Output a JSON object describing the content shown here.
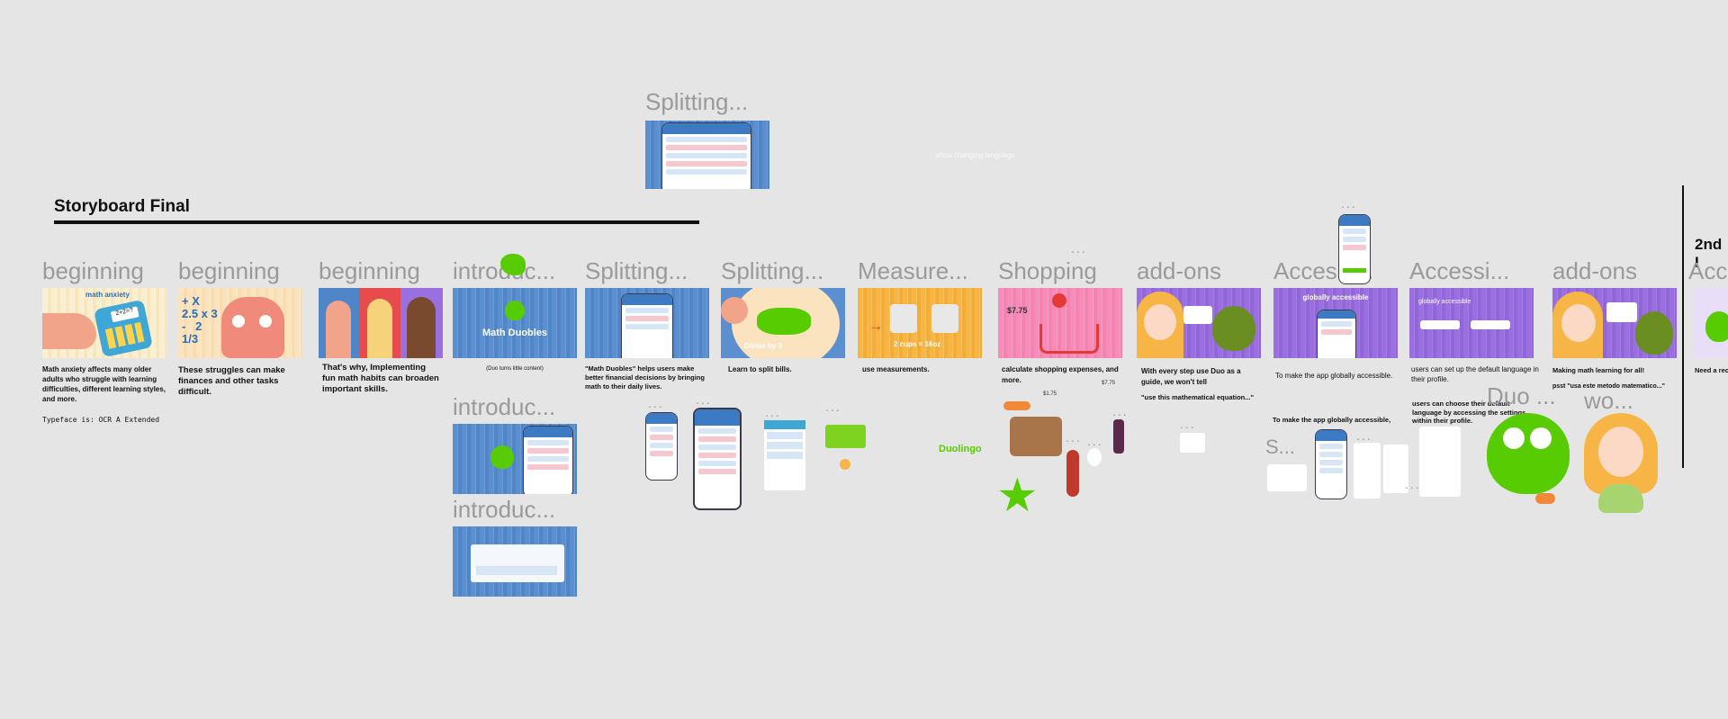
{
  "board": {
    "title": "Storyboard Final",
    "top_frame_title": "Splitting...",
    "top_note": "show changing language",
    "right_heading": "2nd I"
  },
  "frames": [
    {
      "title": "beginning",
      "caption": "Math anxiety affects many older adults who struggle with learning difficulties, different learning styles, and more.",
      "art_label": "math anxiety"
    },
    {
      "title": "beginning",
      "caption": "These struggles can make finances and other tasks difficult."
    },
    {
      "title": "beginning",
      "caption": "That's why, Implementing fun math habits can broaden important skills."
    },
    {
      "title": "introduc...",
      "caption": "(Duo turns little content)",
      "art_label": "Math Duobles"
    },
    {
      "title": "Splitting...",
      "caption": "\"Math Duobles\" helps users make better financial decisions by bringing math to their daily lives."
    },
    {
      "title": "Splitting...",
      "caption": "Learn to split bills.",
      "art_label": "Divide by 3"
    },
    {
      "title": "Measure...",
      "caption": "use measurements.",
      "art_label": "2 cups = 16oz"
    },
    {
      "title": "Shopping",
      "caption": "calculate shopping expenses, and more.",
      "art_label": "$7.75"
    },
    {
      "title": "add-ons",
      "caption": "With every step use Duo as a guide, we won't tell",
      "caption2": "\"use this mathematical equation...\""
    },
    {
      "title": "Accessi...",
      "caption": "To make the app globally accessible.",
      "art_label": "globally accessible"
    },
    {
      "title": "Accessi...",
      "caption": "users can set up the default language in their profile.",
      "art_label": "globally accessible"
    },
    {
      "title": "add-ons",
      "caption": "Making math learning for all!",
      "caption2": "psst \"usa este metodo matematico...\""
    },
    {
      "title": "Acc",
      "caption": "Need a reca"
    }
  ],
  "extras": {
    "typeface_note": "Typeface is: OCR A Extended",
    "intro2_title": "introduc...",
    "intro3_title": "introduc...",
    "duolingo_label": "Duolingo",
    "price_small_1": "$1.75",
    "price_small_2": "$7.75",
    "access_caption_lower": "To make the app globally accessible,",
    "access_caption_lower2": "users can choose their default language by accessing the settings within their profile.",
    "s_title": "S...",
    "duo_title": "Duo ...",
    "wo_title": "wo...",
    "dots": "..."
  },
  "colors": {
    "background": "#e5e5e5",
    "blue": "#5b8fd0",
    "purple": "#9a6fe0",
    "yellow": "#f6b545",
    "pink": "#f78bb9",
    "green": "#58cc02"
  }
}
